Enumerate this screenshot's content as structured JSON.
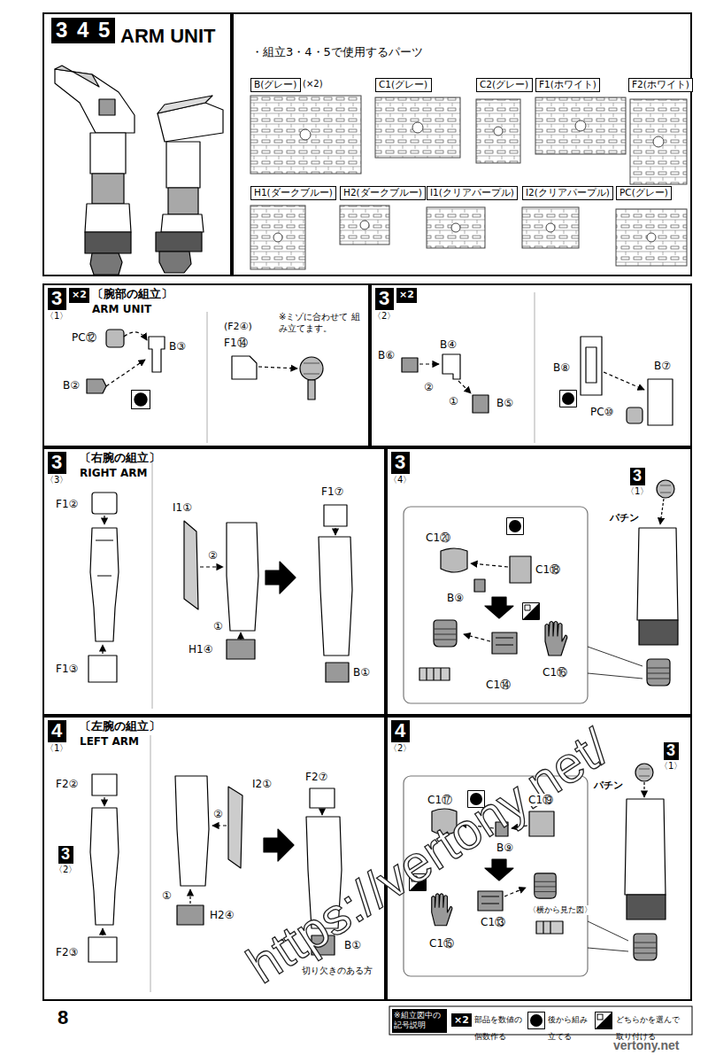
{
  "diagram": {
    "nodes": [
      {
        "text": [
          "ARM UNIT"
        ]
      },
      {
        "text": [
          "3"
        ],
        "in": 0
      },
      {
        "text": [
          "4"
        ],
        "in": 0
      },
      {
        "text": [
          "5"
        ],
        "in": 0
      },
      {
        "text": [
          "・組立3・4・5で使用するパーツ"
        ]
      },
      {
        "text": [
          "B(グレー)"
        ],
        "in": 4
      },
      {
        "text": [
          "C1(グレー)"
        ],
        "in": 4
      },
      {
        "text": [
          "C2(グレー)"
        ],
        "in": 4
      },
      {
        "text": [
          "F1(ホワイト)"
        ],
        "in": 4
      },
      {
        "text": [
          "F2(ホワイト)"
        ],
        "in": 4
      },
      {
        "text": [
          "H1(ダークブルー)"
        ],
        "in": 4
      },
      {
        "text": [
          "H2(ダークブルー)"
        ],
        "in": 4
      },
      {
        "text": [
          "I1(クリアパープル)"
        ],
        "in": 4
      },
      {
        "text": [
          "I2(クリアパープル)"
        ],
        "in": 4
      },
      {
        "text": [
          "PC(グレー)"
        ],
        "in": 4
      },
      {
        "text": [
          "〔腕部の組立〕",
          "ARM UNIT"
        ]
      },
      {
        "text": [
          "3",
          "〈1〉"
        ],
        "in": 15
      },
      {
        "text": [
          "×2"
        ],
        "in": 15
      },
      {
        "text": []
      },
      {
        "text": [
          "3",
          "〈2〉"
        ],
        "in": 18
      },
      {
        "text": [
          "×2"
        ],
        "in": 18
      },
      {
        "text": [
          "〔右腕の組立〕",
          "RIGHT ARM"
        ]
      },
      {
        "text": [
          "3",
          "〈3〉"
        ],
        "in": 21
      },
      {
        "text": []
      },
      {
        "text": [
          "3",
          "〈4〉"
        ],
        "in": 23
      },
      {
        "text": [
          "3",
          "〈1〉"
        ],
        "in": 23
      },
      {
        "text": [
          "〔左腕の組立〕",
          "LEFT ARM"
        ]
      },
      {
        "text": [
          "4",
          "〈1〉"
        ],
        "in": 26
      },
      {
        "text": [
          "3",
          "〈2〉"
        ],
        "in": 26
      },
      {
        "text": []
      },
      {
        "text": [
          "4",
          "〈2〉"
        ],
        "in": 29
      },
      {
        "text": [
          "3",
          "〈1〉"
        ],
        "in": 29
      }
    ],
    "labels": [
      "(×2)",
      "PC⑫",
      "B③",
      "B②",
      "(F2④)",
      "F1⑭",
      "※ミゾに合わせて 組み立てます。",
      "B⑥",
      "B④",
      "B⑤",
      "②",
      "①",
      "B⑧",
      "B⑦",
      "PC⑩",
      "F1②",
      "F1③",
      "I1①",
      "②",
      "①",
      "H1④",
      "F1⑦",
      "B①",
      "切り欠きのある方",
      "C1⑳",
      "C1⑱",
      "B⑨",
      "〈横から見た図〉",
      "C1⑭",
      "C1⑯",
      "パチン",
      "F2②",
      "F2③",
      "I2①",
      "②",
      "①",
      "H2④",
      "F2⑦",
      "B①",
      "切り欠きのある方",
      "C1⑰",
      "C1⑲",
      "B⑨",
      "C1⑬",
      "〈横から見た図〉",
      "C1⑮",
      "パチン",
      "8",
      "※組立図中の 記号説明",
      "×2",
      "https://vertony.net/",
      "vertony.net"
    ],
    "legend": [
      {
        "text": "部品を数値の個数作る"
      },
      {
        "text": "後から組み立てる"
      },
      {
        "text": "どちらかを選んで取り付ける"
      }
    ]
  }
}
